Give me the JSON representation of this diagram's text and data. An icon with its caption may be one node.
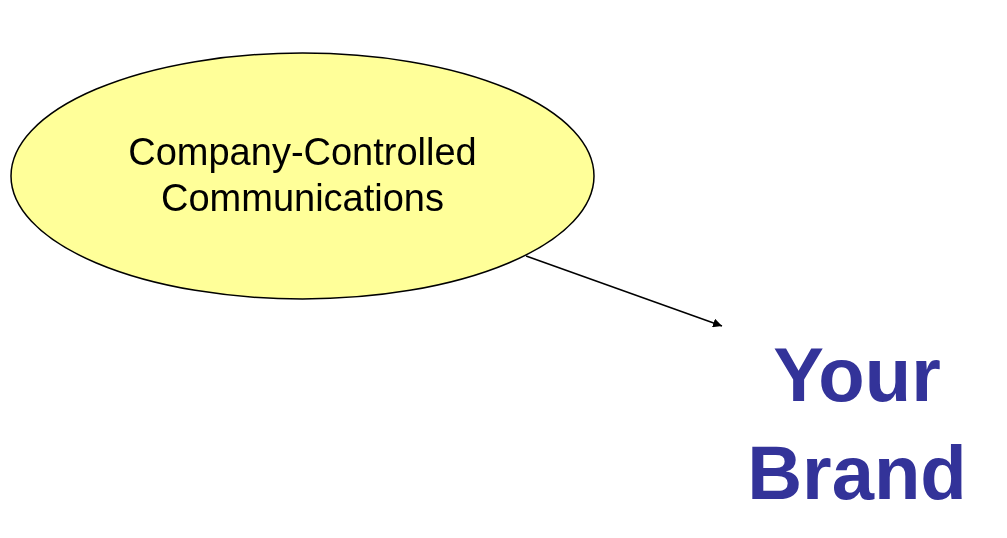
{
  "diagram": {
    "nodes": [
      {
        "text": [
          "Company-Controlled Communications"
        ]
      },
      {
        "text": [
          "Your Brand"
        ]
      }
    ],
    "edges": [
      {
        "from": 0,
        "to": 1,
        "arrow": "to"
      }
    ]
  }
}
